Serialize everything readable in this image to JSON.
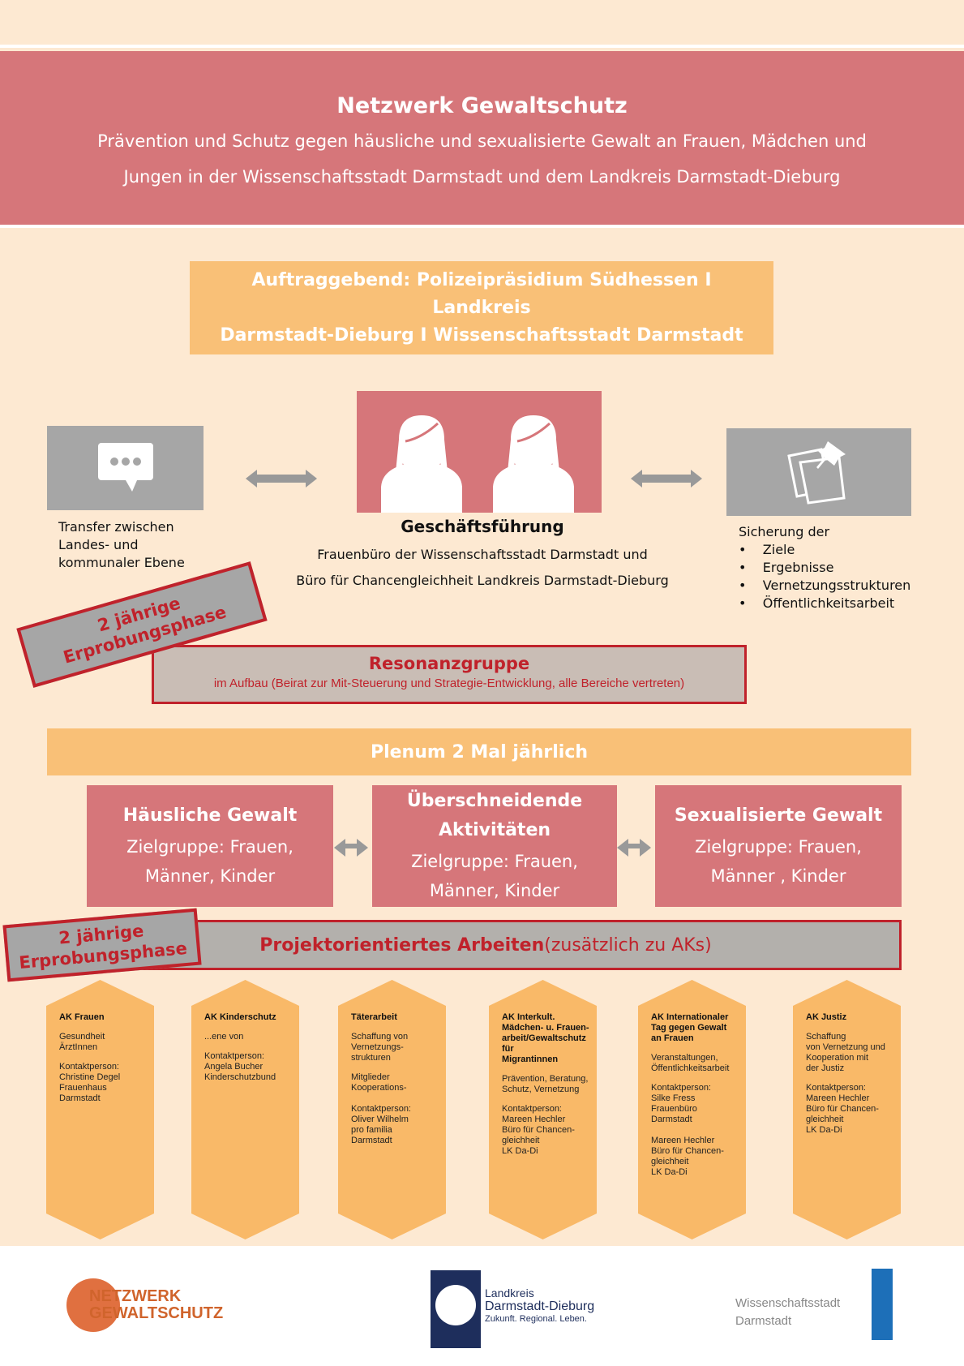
{
  "header": {
    "title": "Netzwerk Gewaltschutz",
    "subtitle_line1": "Prävention und Schutz gegen häusliche und sexualisierte Gewalt an Frauen, Mädchen und",
    "subtitle_line2": "Jungen in der Wissenschaftsstadt Darmstadt und dem Landkreis Darmstadt-Dieburg"
  },
  "commissioning": {
    "line1": "Auftraggebend: Polizeipräsidium Südhessen I Landkreis",
    "line2": "Darmstadt-Dieburg I Wissenschaftsstadt Darmstadt"
  },
  "left": {
    "lines": [
      "Transfer zwischen",
      "Landes- und",
      "kommunaler Ebene"
    ]
  },
  "center": {
    "title": "Geschäftsführung",
    "line1": "Frauenbüro der Wissenschaftsstadt Darmstadt und",
    "line2": "Büro für Chancengleichheit Landkreis Darmstadt-Dieburg"
  },
  "right": {
    "intro": "Sicherung der",
    "bullets": [
      "Ziele",
      "Ergebnisse",
      "Vernetzungsstrukturen",
      "Öffentlichkeitsarbeit"
    ]
  },
  "stamp": {
    "line1": "2 jährige",
    "line2": "Erprobungsphase"
  },
  "resonanz": {
    "title": "Resonanzgruppe",
    "text": "im Aufbau (Beirat zur Mit-Steuerung und Strategie-Entwicklung, alle Bereiche vertreten)"
  },
  "plenum": "Plenum 2 Mal jährlich",
  "categories": [
    {
      "title": "Häusliche Gewalt",
      "l1": "Zielgruppe: Frauen,",
      "l2": "Männer, Kinder"
    },
    {
      "title": "Überschneidende Aktivitäten",
      "l1": "Zielgruppe: Frauen,",
      "l2": "Männer, Kinder"
    },
    {
      "title": "Sexualisierte Gewalt",
      "l1": "Zielgruppe:  Frauen,",
      "l2": "Männer , Kinder"
    }
  ],
  "aks": [
    {
      "title": "AK Frauen",
      "desc": "Gesundheit\nÄrztInnen",
      "contact": "Kontaktperson:\nChristine Degel\nFrauenhaus\nDarmstadt"
    },
    {
      "title": "AK Kinderschutz",
      "desc": "...ene von",
      "contact": "Kontaktperson:\nAngela Bucher\nKinderschutzbund"
    },
    {
      "title": "Täterarbeit",
      "desc": "Schaffung von\nVernetzungs-\nstrukturen",
      "contact": "Mitglieder\nKooperations-\n\nKontaktperson:\nOliver Wilhelm\npro familia\nDarmstadt"
    },
    {
      "title": "AK Interkult.\nMädchen- u. Frauen-\narbeit/Gewaltschutz\nfür\nMigrantinnen",
      "desc": "Prävention, Beratung,\nSchutz, Vernetzung",
      "contact": "Kontaktperson:\nMareen Hechler\nBüro für Chancen-\ngleichheit\nLK Da-Di"
    },
    {
      "title": "AK Internationaler\nTag gegen Gewalt\nan Frauen",
      "desc": "Veranstaltungen,\nÖffentlichkeitsarbeit",
      "contact": "Kontaktperson:\nSilke Fress\nFrauenbüro\nDarmstadt\n\nMareen Hechler\nBüro für Chancen-\ngleichheit\nLK Da-Di"
    },
    {
      "title": "AK Justiz",
      "desc": "Schaffung\nvon Vernetzung und\nKooperation mit\nder Justiz",
      "contact": "Kontaktperson:\nMareen Hechler\nBüro für Chancen-\ngleichheit\nLK Da-Di"
    }
  ],
  "project": {
    "bold": "Projektorientiertes Arbeiten",
    "rest": " (zusätzlich zu AKs)"
  },
  "footer": {
    "logo1_l1": "NETZWERK",
    "logo1_l2": "GEWALTSCHUTZ",
    "logo2_l1": "Landkreis",
    "logo2_l2": "Darmstadt-Dieburg",
    "logo2_l3": "Zukunft. Regional. Leben.",
    "logo3_l1": "Wissenschaftsstadt",
    "logo3_l2": "Darmstadt"
  },
  "colors": {
    "rose": "#d6767a",
    "orange": "#f9c077",
    "red": "#c0222b",
    "gray": "#a6a6a6",
    "bg": "#fde9d2"
  }
}
